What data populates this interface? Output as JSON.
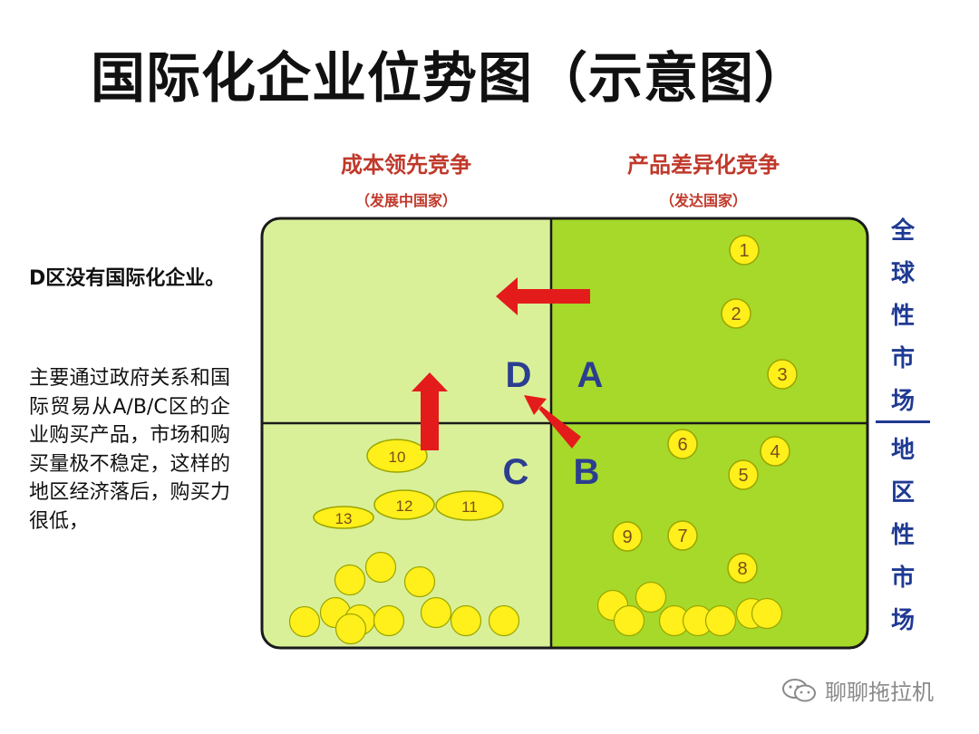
{
  "title": "国际化企业位势图（示意图）",
  "column_headers": [
    {
      "main": "成本领先竞争",
      "sub": "（发展中国家）"
    },
    {
      "main": "产品差异化竞争",
      "sub": "（发达国家）"
    }
  ],
  "left_text": {
    "heading": "D区没有国际化企业。",
    "body": "主要通过政府关系和国际贸易从A/B/C区的企业购买产品，市场和购买量极不稳定，这样的地区经济落后，购买力很低，"
  },
  "right_labels": {
    "top": [
      "全",
      "球",
      "性",
      "市",
      "场"
    ],
    "bottom": [
      "地",
      "区",
      "性",
      "市",
      "场"
    ]
  },
  "quadrants": [
    {
      "letter": "D",
      "color": "#d9f099"
    },
    {
      "letter": "A",
      "color": "#a6d92a"
    },
    {
      "letter": "C",
      "color": "#d9f099"
    },
    {
      "letter": "B",
      "color": "#a6d92a"
    }
  ],
  "colors": {
    "frame": "#1a1a1a",
    "quadrant_letter": "#2c3e8f",
    "circle_fill": "#ffef1a",
    "circle_stroke": "#9aa500",
    "circle_text": "#7a4e1a",
    "arrow": "#e41b1b",
    "column_header": "#c0392b",
    "right_label": "#1f3a93"
  },
  "numbered_circles": [
    {
      "label": "1"
    },
    {
      "label": "2"
    },
    {
      "label": "3"
    },
    {
      "label": "4"
    },
    {
      "label": "5"
    },
    {
      "label": "6"
    },
    {
      "label": "7"
    },
    {
      "label": "8"
    },
    {
      "label": "9"
    },
    {
      "label": "10"
    },
    {
      "label": "11"
    },
    {
      "label": "12"
    },
    {
      "label": "13"
    }
  ],
  "watermark": "聊聊拖拉机"
}
